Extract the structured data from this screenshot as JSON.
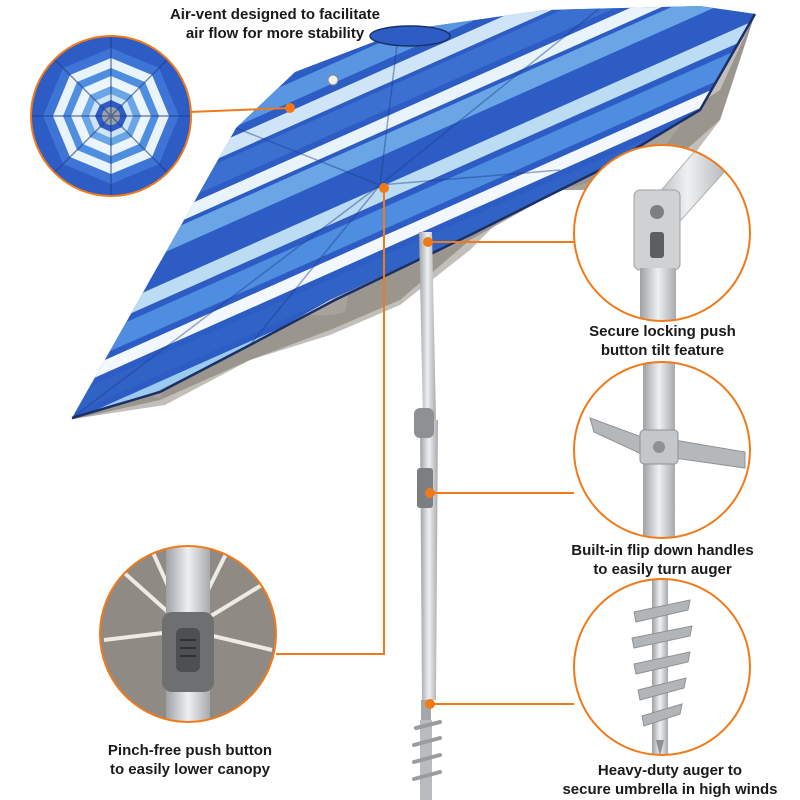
{
  "theme": {
    "accent": "#f07a1a",
    "stripe_dark": "#2c5cc4",
    "stripe_mid": "#4f8de0",
    "stripe_light": "#bcdcf4",
    "canopy_underside": "#a9a49c",
    "pole": "#c9cbcd"
  },
  "features": [
    {
      "id": "air-vent",
      "line1": "Air-vent designed to facilitate",
      "line2": "air flow for more stability",
      "icon": "vent-top-icon"
    },
    {
      "id": "tilt",
      "line1": "Secure locking push",
      "line2": "button tilt feature",
      "icon": "tilt-joint-icon"
    },
    {
      "id": "handles",
      "line1": "Built-in flip down handles",
      "line2": "to easily turn auger",
      "icon": "handle-icon"
    },
    {
      "id": "push-button",
      "line1": "Pinch-free push button",
      "line2": "to easily lower canopy",
      "icon": "push-button-icon"
    },
    {
      "id": "auger",
      "line1": "Heavy-duty auger to",
      "line2": "secure umbrella in high winds",
      "icon": "auger-icon"
    }
  ]
}
